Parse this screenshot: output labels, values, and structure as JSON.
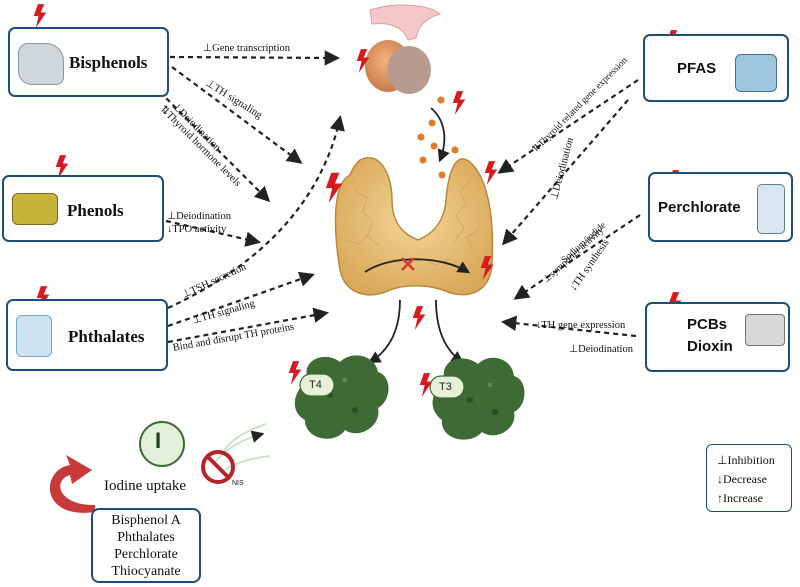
{
  "sources": {
    "bisphenols": "Bisphenols",
    "phenols": "Phenols",
    "phthalates": "Phthalates",
    "pfas": "PFAS",
    "perchlorate": "Perchlorate",
    "pcbs": "PCBs",
    "dioxin": "Dioxin"
  },
  "effects": {
    "gene_transcription": "⊥Gene transcription",
    "th_signaling_top": "⊥TH signaling",
    "deiodination_bis": "⊥Deiodination",
    "thyroid_hormone_levels": "⇅Thyroid hormone levels",
    "deiodination_phen": "⊥Deiodination",
    "tpo_activity": "↓TPO activity",
    "tsh_secretion": "⊥TSH secretion",
    "th_signaling_phth": "⊥TH signaling",
    "bind_disrupt": "Bind and disrupt TH proteins",
    "thyroid_gene_expression": "⇅Thyroid related gene expression",
    "deiodination_pfas": "⊥Deiodination",
    "sodium_iodide": "Sodium/iodide",
    "symporter_activity": "⊥symporter activity",
    "th_synthesis": "↓TH synthesis",
    "th_gene_expression": "↓TH gene expression",
    "deiodination_pcb": "⊥Deiodination"
  },
  "hormones": {
    "t4": "T4",
    "t3": "T3"
  },
  "iodine": {
    "symbol": "I",
    "nis": "NIS",
    "uptake_label": "Iodine uptake",
    "inhibitors": [
      "Bisphenol A",
      "Phthalates",
      "Perchlorate",
      "Thiocyanate"
    ]
  },
  "legend": {
    "inhibition": "⊥Inhibition",
    "decrease": "↓Decrease",
    "increase": "↑Increase"
  },
  "colors": {
    "box_border": "#1f4e79",
    "lightning": "#d71920",
    "thyroid": "#e8c07a",
    "hormone_green": "#3e6b35",
    "arrow": "#222222"
  }
}
